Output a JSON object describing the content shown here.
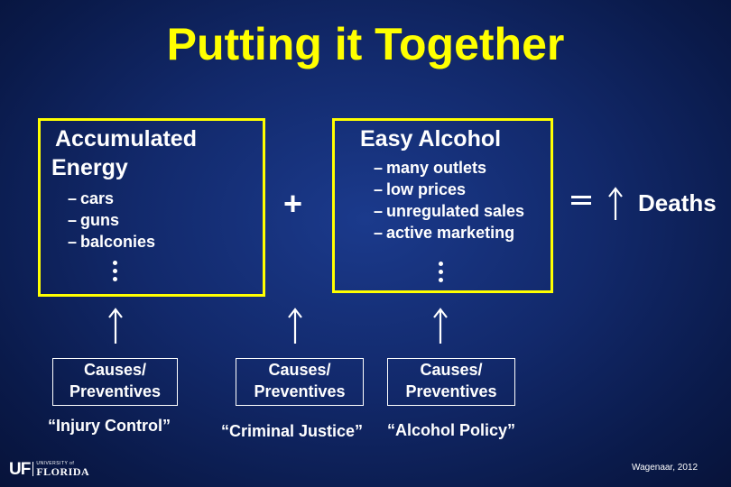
{
  "slide": {
    "title": "Putting it Together"
  },
  "left_box": {
    "heading_line1": "Accumulated",
    "heading_line2": "Energy",
    "items": [
      "cars",
      "guns",
      "balconies"
    ],
    "bullet": "–"
  },
  "right_box": {
    "heading": "Easy Alcohol",
    "items": [
      "many outlets",
      "low prices",
      "unregulated sales",
      "active marketing"
    ],
    "bullet": "–"
  },
  "operators": {
    "plus": "+",
    "equals": "="
  },
  "result": {
    "label": "Deaths"
  },
  "causes": [
    {
      "line1": "Causes/",
      "line2": "Preventives",
      "label": "“Injury Control”"
    },
    {
      "line1": "Causes/",
      "line2": "Preventives",
      "label": "“Criminal Justice”"
    },
    {
      "line1": "Causes/",
      "line2": "Preventives",
      "label": "“Alcohol Policy”"
    }
  ],
  "logo": {
    "mark": "UF",
    "small": "UNIVERSITY of",
    "big": "FLORIDA"
  },
  "credit": "Wagenaar, 2012",
  "colors": {
    "title": "#ffff00",
    "box_border": "#ffff00",
    "text": "#ffffff",
    "background": "#12296b"
  }
}
